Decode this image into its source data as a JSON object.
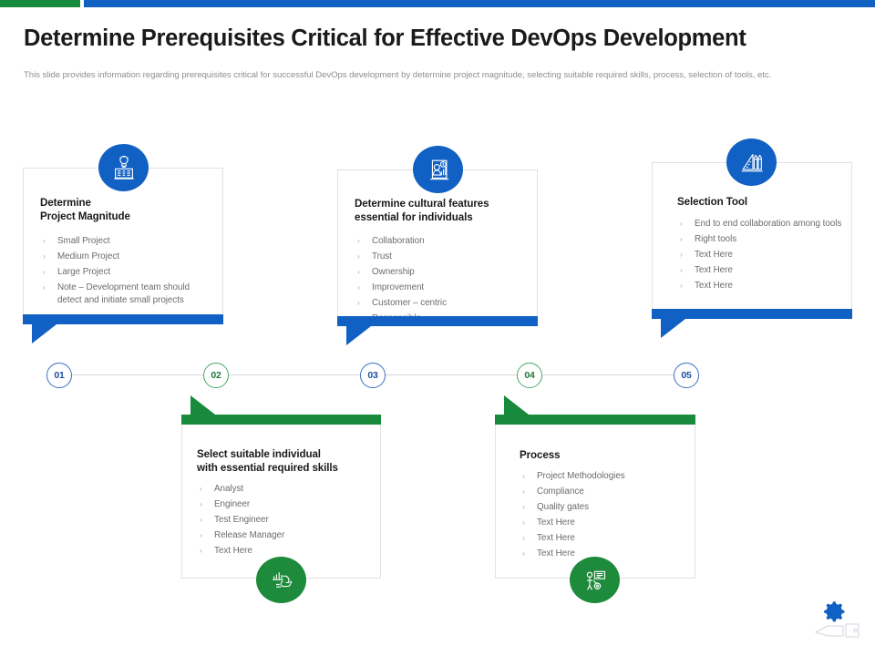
{
  "theme": {
    "blue": "#1160c4",
    "green": "#188a3c",
    "title_color": "#1a1a1a",
    "body_color": "#6c6c70"
  },
  "header": {
    "title": "Determine Prerequisites Critical for Effective DevOps Development",
    "subtitle": "This slide provides information regarding prerequisites critical for successful DevOps development by determine project magnitude, selecting suitable required skills, process, selection of tools, etc."
  },
  "timeline": {
    "nodes": [
      {
        "label": "01",
        "color": "blue"
      },
      {
        "label": "02",
        "color": "green"
      },
      {
        "label": "03",
        "color": "blue"
      },
      {
        "label": "04",
        "color": "green"
      },
      {
        "label": "05",
        "color": "blue"
      }
    ]
  },
  "cards": [
    {
      "id": "01",
      "position": "top",
      "accent": "blue",
      "icon": "lightbulb-presentation-icon",
      "title_line1": "Determine",
      "title_line2": "Project Magnitude",
      "bullets": [
        "Small Project",
        "Medium Project",
        "Large Project",
        "Note – Development team should detect and initiate small projects"
      ]
    },
    {
      "id": "02",
      "position": "bottom",
      "accent": "green",
      "icon": "skills-handshake-chart-icon",
      "title_line1": "Select suitable individual",
      "title_line2": "with essential  required skills",
      "bullets": [
        "Analyst",
        "Engineer",
        "Test Engineer",
        "Release Manager",
        "Text Here"
      ]
    },
    {
      "id": "03",
      "position": "top",
      "accent": "blue",
      "icon": "person-report-chart-icon",
      "title_line1": "Determine cultural features",
      "title_line2": "essential for  individuals",
      "bullets": [
        "Collaboration",
        "Trust",
        "Ownership",
        "Improvement",
        "Customer – centric",
        "Responsible"
      ]
    },
    {
      "id": "04",
      "position": "bottom",
      "accent": "green",
      "icon": "person-process-gear-icon",
      "title_line1": "Process",
      "title_line2": "",
      "bullets": [
        "Project Methodologies",
        "Compliance",
        "Quality gates",
        "Text Here",
        "Text Here",
        "Text Here"
      ]
    },
    {
      "id": "05",
      "position": "top",
      "accent": "blue",
      "icon": "ruler-pencils-tools-icon",
      "title_line1": "Selection Tool",
      "title_line2": "",
      "bullets": [
        "End to end collaboration among tools",
        "Right tools",
        "Text Here",
        "Text Here",
        "Text Here"
      ]
    }
  ],
  "footer": {
    "corner_icon": "gear-in-hand-icon"
  }
}
